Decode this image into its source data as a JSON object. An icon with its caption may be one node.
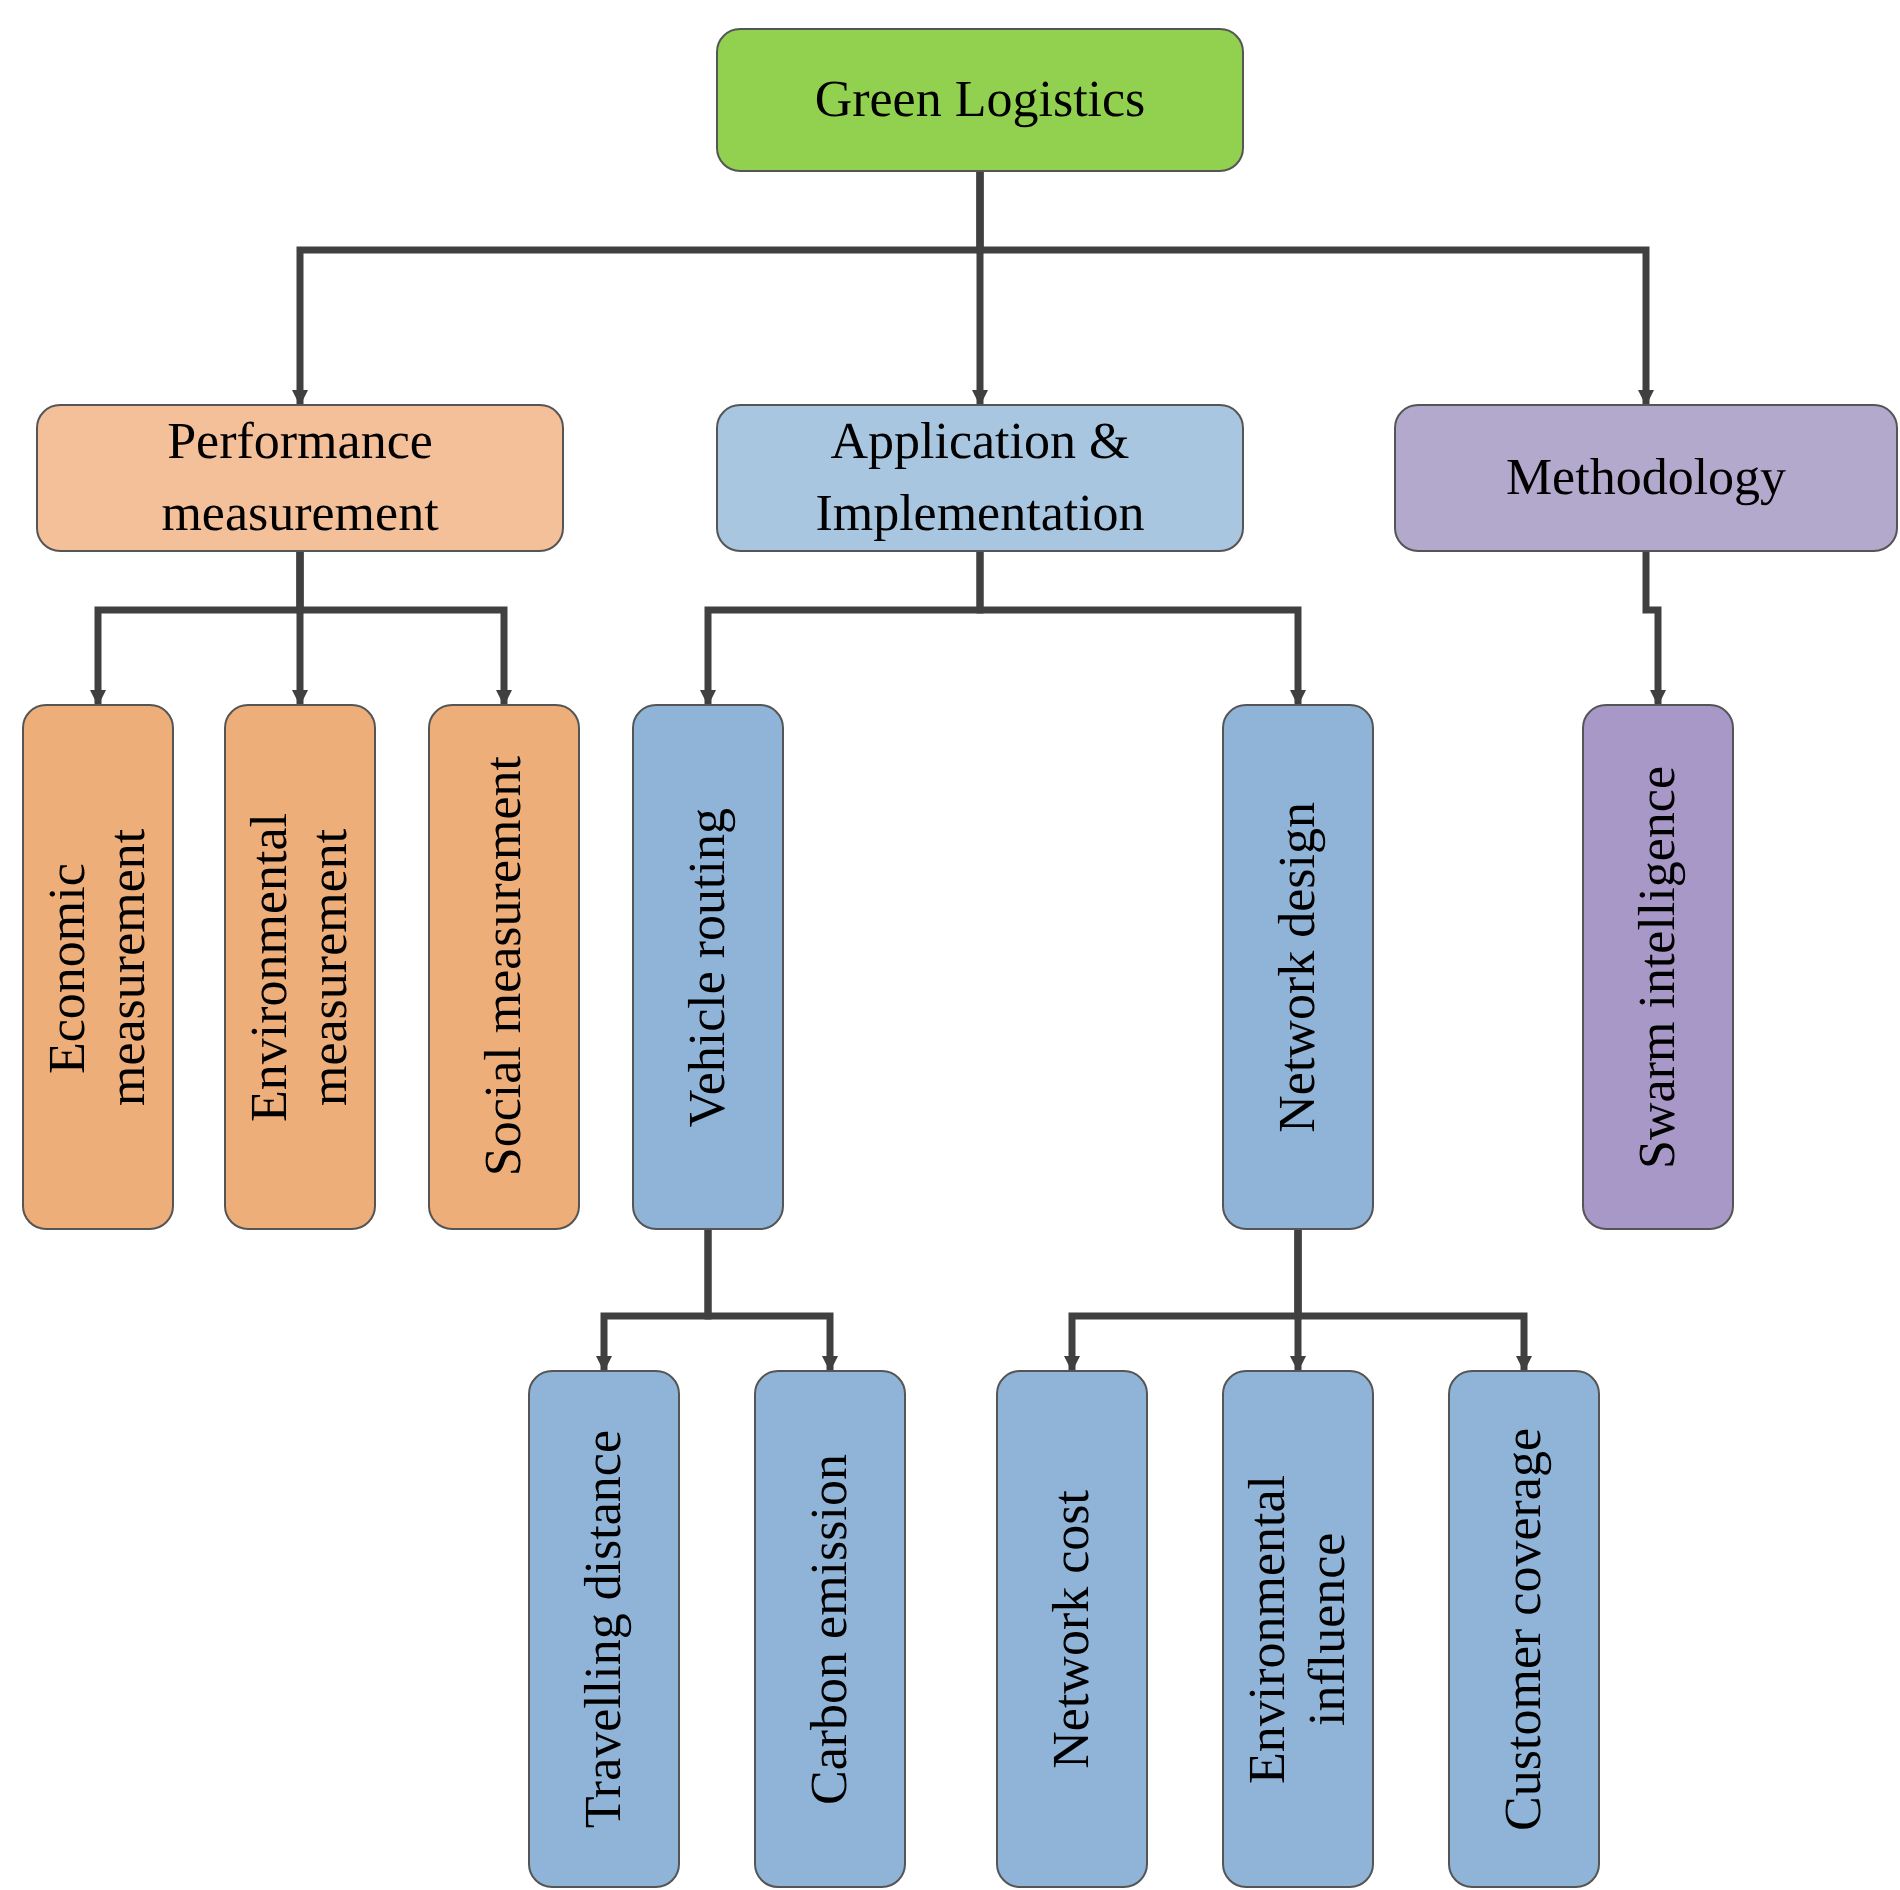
{
  "diagram": {
    "nodes": [
      {
        "text": [
          "Green Logistics"
        ]
      },
      {
        "text": [
          "Performance measurement"
        ]
      },
      {
        "text": [
          "Application & Implementation"
        ]
      },
      {
        "text": [
          "Methodology"
        ]
      },
      {
        "text": [
          "Economic measurement"
        ]
      },
      {
        "text": [
          "Environmental measurement"
        ]
      },
      {
        "text": [
          "Social measurement"
        ]
      },
      {
        "text": [
          "Vehicle routing"
        ]
      },
      {
        "text": [
          "Network design"
        ]
      },
      {
        "text": [
          "Swarm intelligence"
        ]
      },
      {
        "text": [
          "Travelling distance"
        ]
      },
      {
        "text": [
          "Carbon emission"
        ]
      },
      {
        "text": [
          "Network cost"
        ]
      },
      {
        "text": [
          "Environmental influence"
        ]
      },
      {
        "text": [
          "Customer coverage"
        ]
      }
    ],
    "edges": [
      {
        "from": 0,
        "to": 1,
        "arrow": "to"
      },
      {
        "from": 0,
        "to": 2,
        "arrow": "to"
      },
      {
        "from": 0,
        "to": 3,
        "arrow": "to"
      },
      {
        "from": 1,
        "to": 4,
        "arrow": "to"
      },
      {
        "from": 1,
        "to": 5,
        "arrow": "to"
      },
      {
        "from": 1,
        "to": 6,
        "arrow": "to"
      },
      {
        "from": 2,
        "to": 7,
        "arrow": "to"
      },
      {
        "from": 2,
        "to": 8,
        "arrow": "to"
      },
      {
        "from": 3,
        "to": 9,
        "arrow": "to"
      },
      {
        "from": 7,
        "to": 10,
        "arrow": "to"
      },
      {
        "from": 7,
        "to": 11,
        "arrow": "to"
      },
      {
        "from": 8,
        "to": 12,
        "arrow": "to"
      },
      {
        "from": 8,
        "to": 13,
        "arrow": "to"
      },
      {
        "from": 8,
        "to": 14,
        "arrow": "to"
      }
    ]
  }
}
